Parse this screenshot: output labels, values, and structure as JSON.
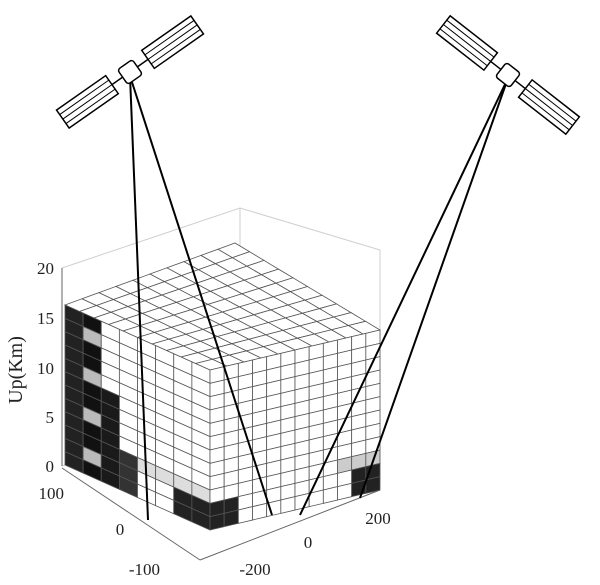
{
  "figure": {
    "zlabel": "Up(Km)",
    "z_ticks": [
      "0",
      "5",
      "10",
      "15",
      "20"
    ],
    "y_ticks": [
      "100",
      "0",
      "-100"
    ],
    "x_ticks": [
      "-200",
      "0",
      "200"
    ],
    "satellite_count": 2,
    "ray_color": "#000000",
    "grid_color": "#555555"
  }
}
